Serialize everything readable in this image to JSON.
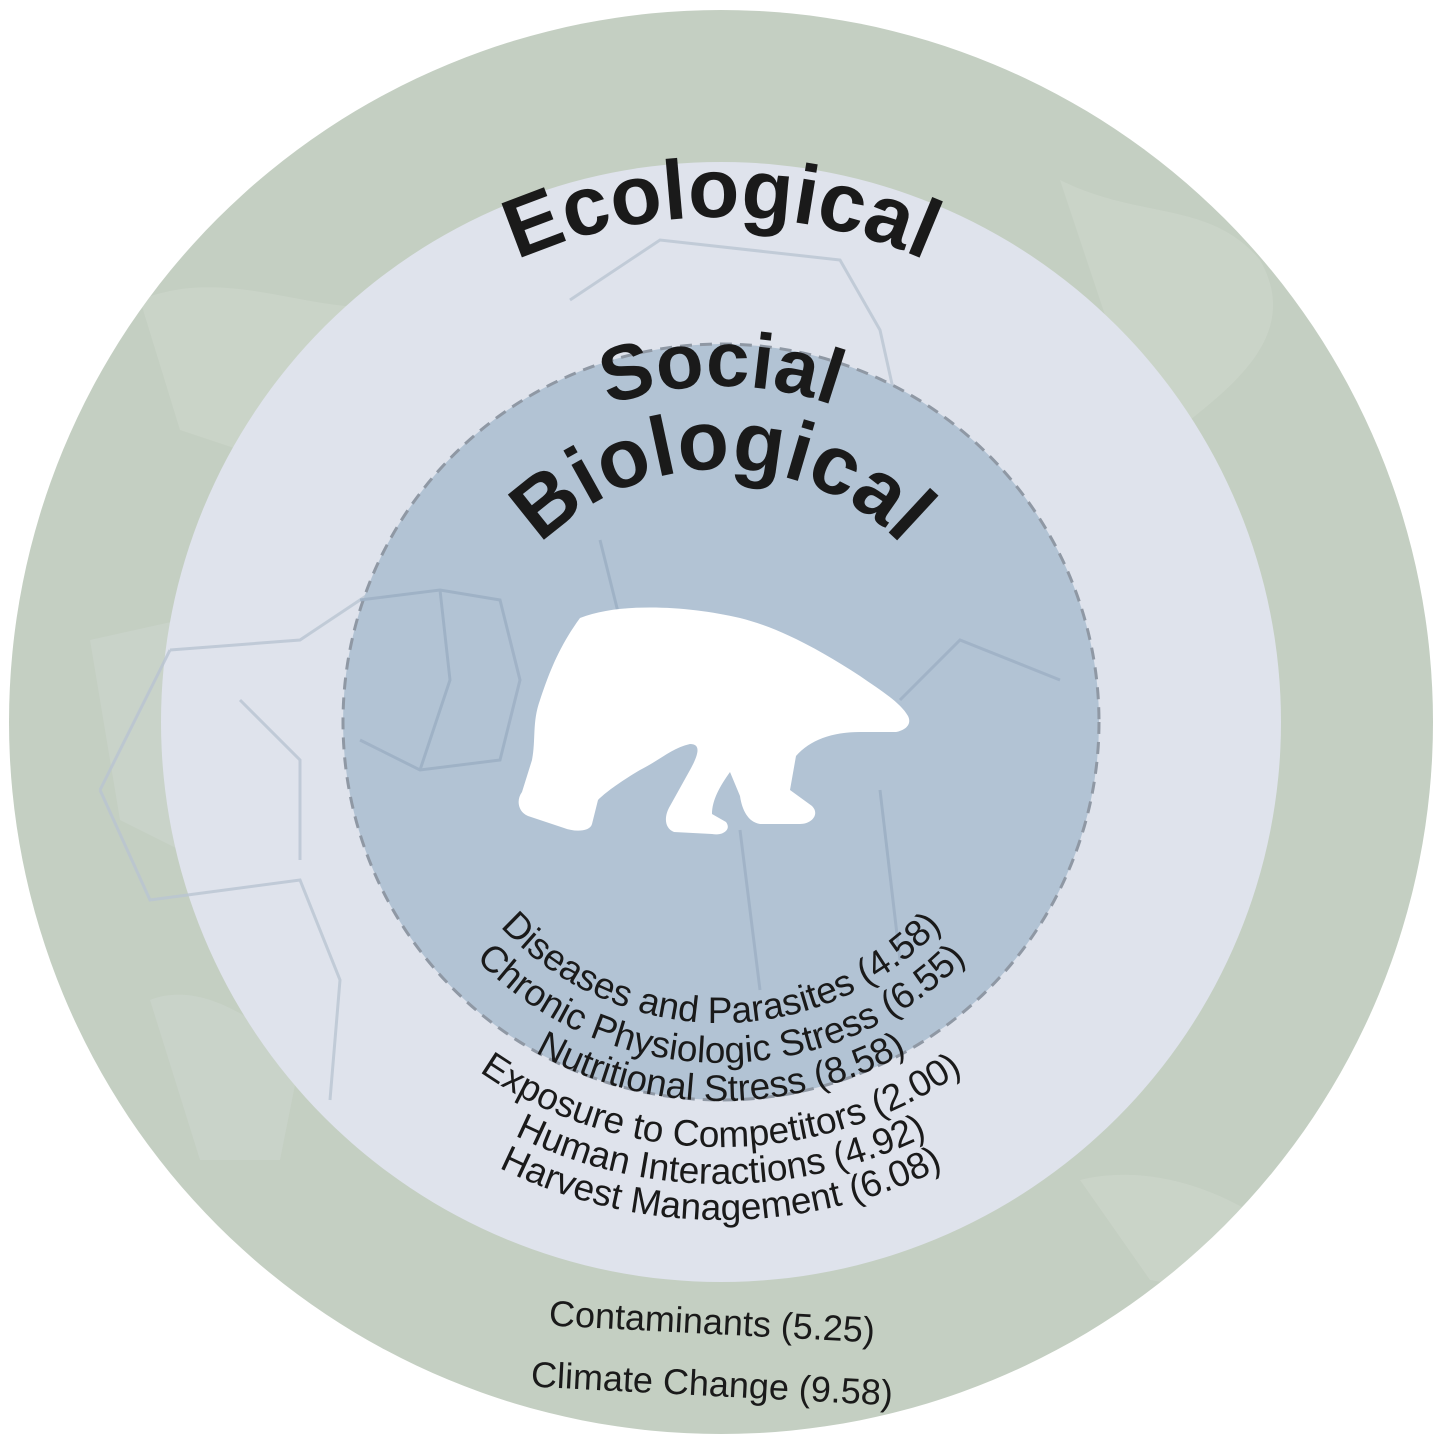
{
  "rings": {
    "ecological": {
      "title": "Ecological",
      "factors": [
        "Contaminants (5.25)",
        "Climate Change (9.58)"
      ]
    },
    "social": {
      "title": "Social",
      "factors": [
        "Exposure to Competitors (2.00)",
        "Human Interactions (4.92)",
        "Harvest Management (6.08)"
      ]
    },
    "biological": {
      "title": "Biological",
      "factors": [
        "Diseases and Parasites (4.58)",
        "Chronic Physiologic Stress (6.55)",
        "Nutritional Stress (8.58)"
      ]
    }
  },
  "colors": {
    "ecological_ring": "#c4cfc2",
    "social_ring": "#dfe3ec",
    "biological_ring": "#b2c3d4",
    "bear": "#ffffff",
    "text": "#1a1a1a"
  },
  "icon": "polar-bear-icon"
}
